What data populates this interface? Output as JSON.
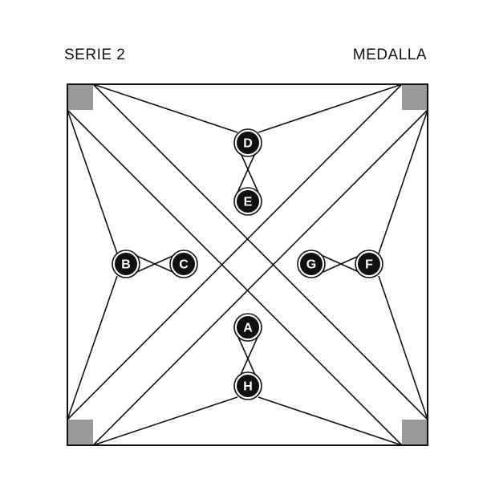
{
  "header": {
    "left": "SERIE  2",
    "right": "MEDALLA"
  },
  "colors": {
    "line": "#111111",
    "corner": "#9a9a9a",
    "node_fill": "#111111",
    "node_text": "#ffffff"
  },
  "nodes": [
    {
      "id": "A",
      "label": "A"
    },
    {
      "id": "B",
      "label": "B"
    },
    {
      "id": "C",
      "label": "C"
    },
    {
      "id": "D",
      "label": "D"
    },
    {
      "id": "E",
      "label": "E"
    },
    {
      "id": "F",
      "label": "F"
    },
    {
      "id": "G",
      "label": "G"
    },
    {
      "id": "H",
      "label": "H"
    }
  ]
}
